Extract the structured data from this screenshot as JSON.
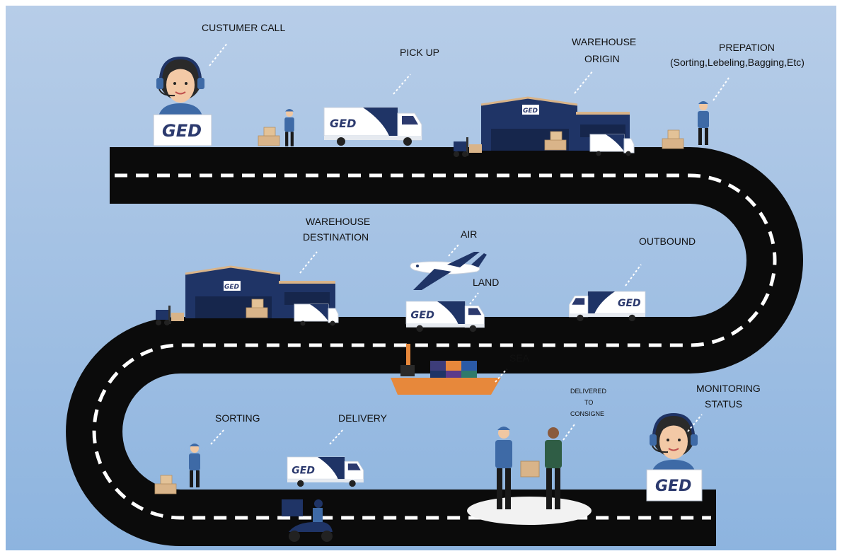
{
  "brand": {
    "logo_text": "GED"
  },
  "colors": {
    "sky_top": "#b7cde8",
    "sky_bottom": "#86b0de",
    "road": "#0b0b0b",
    "dash": "#ffffff",
    "navy": "#1f3466",
    "uniform": "#3e6aa6",
    "box": "#d9b489",
    "ship": "#e7883b",
    "callout": "#ffffff"
  },
  "steps": {
    "customer_call": "CUSTUMER CALL",
    "pick_up": "PICK UP",
    "warehouse_origin_1": "WAREHOUSE",
    "warehouse_origin_2": "ORIGIN",
    "preparation_1": "PREPATION",
    "preparation_2": "(Sorting,Lebeling,Bagging,Etc)",
    "warehouse_destination_1": "WAREHOUSE",
    "warehouse_destination_2": "DESTINATION",
    "air": "AIR",
    "land": "LAND",
    "outbound": "OUTBOUND",
    "sea": "SEA",
    "sorting": "SORTING",
    "delivery": "DELIVERY",
    "delivered_1": "DELIVERED",
    "delivered_2": "TO",
    "delivered_3": "CONSIGNE",
    "monitoring_1": "MONITORING",
    "monitoring_2": "STATUS"
  },
  "icons": [
    "call-agent-icon",
    "pickup-truck-icon",
    "warehouse-icon",
    "worker-icon",
    "airplane-icon",
    "cargo-ship-icon",
    "delivery-van-icon",
    "scooter-icon",
    "handover-icon",
    "forklift-icon",
    "boxes-icon"
  ]
}
